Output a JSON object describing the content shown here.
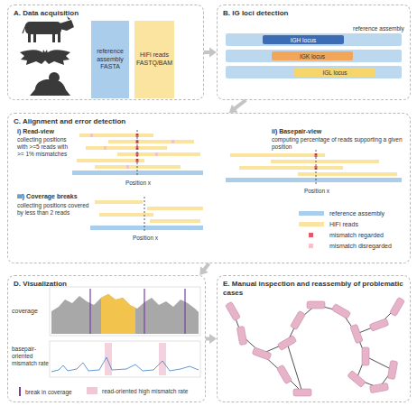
{
  "diagram": {
    "nodes": [
      {
        "text": [
          "A. Data acquisition"
        ]
      },
      {
        "text": [
          "reference assembly FASTA"
        ],
        "in": 0
      },
      {
        "text": [
          "HiFi reads FASTQ/BAM"
        ],
        "in": 0
      },
      {
        "text": [
          "B. IG loci detection"
        ]
      },
      {
        "text": [
          "IGH locus"
        ],
        "in": 3
      },
      {
        "text": [
          "IGK locus"
        ],
        "in": 3
      },
      {
        "text": [
          "IGL locus"
        ],
        "in": 3
      },
      {
        "text": [
          "C. Alignment and error detection"
        ]
      },
      {
        "text": [
          "D. Visualization"
        ]
      },
      {
        "text": [
          "E. Manual inspection and reassembly of problematic cases"
        ]
      }
    ],
    "edges": [
      {
        "from": 0,
        "to": 3,
        "arrow": "to"
      },
      {
        "from": 3,
        "to": 7,
        "arrow": "to"
      },
      {
        "from": 7,
        "to": 8,
        "arrow": "to"
      },
      {
        "from": 8,
        "to": 9,
        "arrow": "to"
      }
    ],
    "labels": [
      "reference assembly",
      "i) Read-view",
      "collecting positions with >=5 reads with >= 1% mismatches",
      "Position x",
      "ii) Basepair-view",
      "computing percentage of reads supporting a given position",
      "Position x",
      "iii) Coverage breaks",
      "collecting positions covered by less than 2 reads",
      "Position x",
      "coverage",
      "basepair-oriented mismatch rate"
    ],
    "legend": [
      {
        "text": "reference assembly",
        "color": "#a9cdea"
      },
      {
        "text": "HiFi reads",
        "color": "#fbe3a0"
      },
      {
        "text": "mismatch regarded",
        "color": "#e05a6a"
      },
      {
        "text": "mismatch disregarded",
        "color": "#f4c2ca"
      },
      {
        "text": "break in coverage"
      },
      {
        "text": "read-oriented high mismatch rate",
        "color": "#f1c6d6"
      }
    ]
  }
}
